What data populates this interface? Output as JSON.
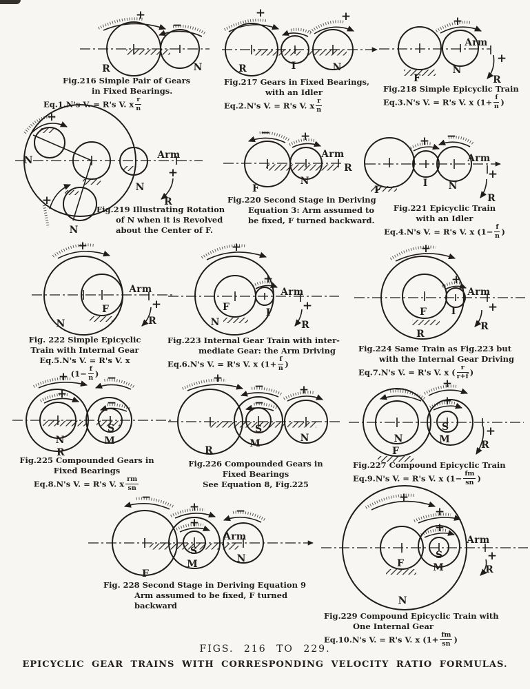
{
  "page": {
    "bg": "#f7f6f2",
    "ink": "#201d1a"
  },
  "sym": {
    "plus": "+",
    "minus": "−"
  },
  "gear": {
    "R": "R",
    "N": "N",
    "I": "I",
    "F": "F",
    "S": "S",
    "M": "M",
    "arm": "Arm"
  },
  "figs": {
    "f216": {
      "cap": [
        "Fig.216 Simple Pair of Gears",
        "in Fixed Bearings."
      ],
      "eq_pre": "Eq.1.N's V. = R's V. x",
      "eq_num": "r",
      "eq_den": "n",
      "eq_post": ""
    },
    "f217": {
      "cap": [
        "Fig.217 Gears in Fixed Bearings,",
        "with an Idler"
      ],
      "eq_pre": "Eq.2.N's V. = R's V. x",
      "eq_num": "r",
      "eq_den": "n",
      "eq_post": ""
    },
    "f218": {
      "cap": [
        "Fig.218 Simple Epicyclic Train"
      ],
      "eq_pre": "Eq.3.N's V. = R's V. x (1+",
      "eq_num": "f",
      "eq_den": "n",
      "eq_post": ")"
    },
    "f219": {
      "cap": [
        "Fig.219 Illustrating Rotation",
        "of N when it is Revolved",
        "about the Center of F."
      ]
    },
    "f220": {
      "cap": [
        "Fig.220 Second Stage in Deriving",
        "Equation 3: Arm assumed to",
        "be fixed, F turned backward."
      ]
    },
    "f221": {
      "cap": [
        "Fig.221 Epicyclic Train",
        "with an Idler"
      ],
      "eq_pre": "Eq.4.N's V. = R's V. x (1−",
      "eq_num": "f",
      "eq_den": "n",
      "eq_post": ")"
    },
    "f222": {
      "cap": [
        "Fig. 222 Simple Epicyclic",
        "Train with Internal Gear",
        "Eq.5.N's V. = R's V. x"
      ],
      "eq_pre": "(1−",
      "eq_num": "f",
      "eq_den": "n",
      "eq_post": ")"
    },
    "f223": {
      "cap": [
        "Fig.223 Internal Gear Train with inter-",
        "mediate Gear: the Arm Driving"
      ],
      "eq_pre": "Eq.6.N's V. = R's V. x (1+",
      "eq_num": "f",
      "eq_den": "n",
      "eq_post": ")"
    },
    "f224": {
      "cap": [
        "Fig.224 Same Train as Fig.223 but",
        "with the Internal Gear Driving"
      ],
      "eq_pre": "Eq.7.N's V. = R's V. x (",
      "eq_num": "r",
      "eq_den": "r+f",
      "eq_post": ")"
    },
    "f225": {
      "cap": [
        "Fig.225 Compounded Gears in",
        "Fixed Bearings"
      ],
      "eq_pre": "Eq.8.N's V. = R's V. x",
      "eq_num": "rm",
      "eq_den": "sn",
      "eq_post": ""
    },
    "f226": {
      "cap": [
        "Fig.226 Compounded Gears in",
        "Fixed Bearings",
        "See Equation 8, Fig.225"
      ]
    },
    "f227": {
      "cap": [
        "Fig.227 Compound Epicyclic Train"
      ],
      "eq_pre": "Eq.9.N's V. = R's V. x (1−",
      "eq_num": "fm",
      "eq_den": "sn",
      "eq_post": ")"
    },
    "f228": {
      "cap": [
        "Fig. 228 Second Stage in Deriving Equation 9",
        "Arm assumed to be fixed, F turned",
        "backward"
      ]
    },
    "f229": {
      "cap": [
        "Fig.229 Compound Epicyclic Train with",
        "One Internal Gear"
      ],
      "eq_pre": "Eq.10.N's V. = R's V. x (1+",
      "eq_num": "fm",
      "eq_den": "sn",
      "eq_post": ")"
    }
  },
  "footer": {
    "range": "FIGS. 216 TO 229.",
    "title": "EPICYCLIC GEAR TRAINS WITH CORRESPONDING VELOCITY RATIO FORMULAS."
  }
}
